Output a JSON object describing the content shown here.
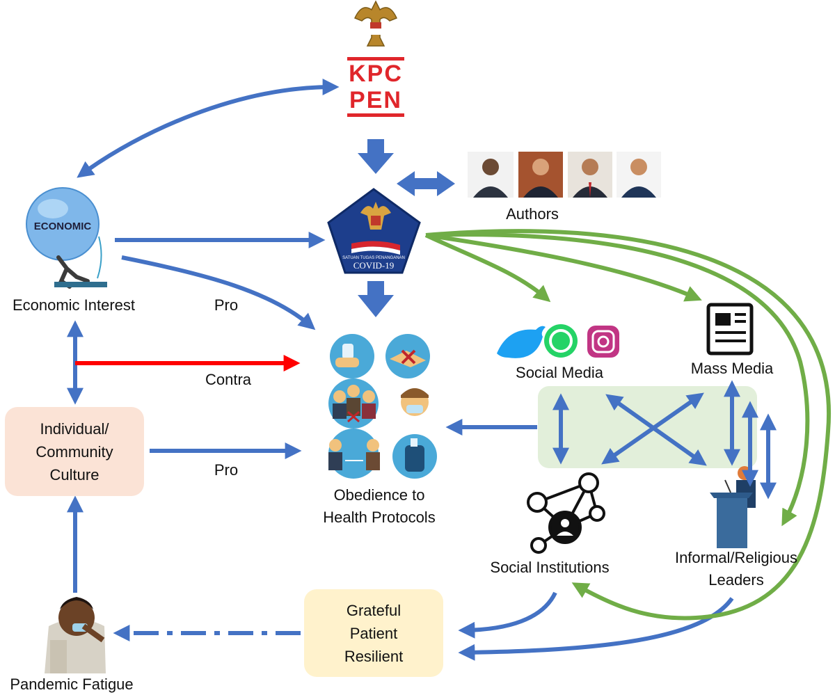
{
  "colors": {
    "flow_arrow": "#4472c4",
    "government_arrow": "#70ad47",
    "contra_arrow": "#ff0000",
    "culture_box": "#fbe3d6",
    "outcome_box": "#fff2cc",
    "media_box": "#e2efda"
  },
  "nodes": {
    "kpcpen": {
      "line1": "KPC",
      "line2": "PEN",
      "icon": "garuda-emblem-icon"
    },
    "task_force": {
      "badge_text": "SATUAN TUGAS PENANGANAN",
      "badge_title": "COVID-19",
      "icon": "covid-task-force-badge-icon"
    },
    "authors": {
      "label": "Authors",
      "icon": "author-portrait-icon"
    },
    "economic": {
      "label": "Economic Interest",
      "sphere_text": "ECONOMIC",
      "icon": "atlas-economic-icon"
    },
    "culture": {
      "line1": "Individual/",
      "line2": "Community",
      "line3": "Culture"
    },
    "obedience": {
      "line1": "Obedience to",
      "line2": "Health Protocols",
      "icon": "health-protocol-icon"
    },
    "social_media": {
      "label": "Social Media",
      "icons": [
        "twitter-icon",
        "whatsapp-icon",
        "instagram-icon"
      ]
    },
    "mass_media": {
      "label": "Mass Media",
      "icon": "newspaper-icon"
    },
    "social_institutions": {
      "label": "Social Institutions",
      "icon": "network-icon"
    },
    "leaders": {
      "line1": "Informal/Religious",
      "line2": "Leaders",
      "icon": "podium-speaker-icon"
    },
    "outcome": {
      "line1": "Grateful",
      "line2": "Patient",
      "line3": "Resilient"
    },
    "fatigue": {
      "label": "Pandemic Fatigue",
      "icon": "tired-person-icon"
    }
  },
  "edge_labels": {
    "economic_pro": "Pro",
    "contra": "Contra",
    "culture_pro": "Pro"
  }
}
